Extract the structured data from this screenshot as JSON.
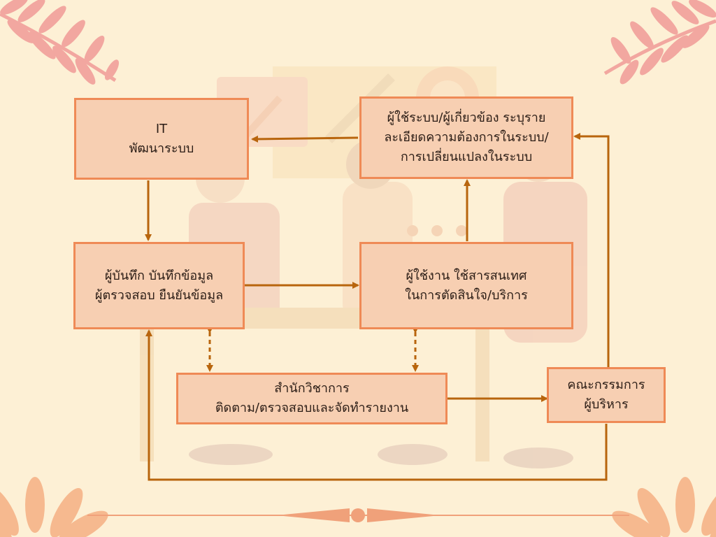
{
  "diagram": {
    "nodes": {
      "it": {
        "lines": [
          "IT",
          "พัฒนาระบบ"
        ]
      },
      "requirements": {
        "lines": [
          "ผู้ใช้ระบบ/ผู้เกี่ยวข้อง ระบุราย",
          "ละเอียดความต้องการในระบบ/",
          "การเปลี่ยนแปลงในระบบ"
        ]
      },
      "recorder": {
        "lines": [
          "ผู้บันทึก บันทึกข้อมูล",
          "ผู้ตรวจสอบ ยืนยันข้อมูล"
        ]
      },
      "user": {
        "lines": [
          "ผู้ใช้งาน ใช้สารสนเทศ",
          "ในการตัดสินใจ/บริการ"
        ]
      },
      "academic_office": {
        "lines": [
          "สำนักวิชาการ",
          "ติดตาม/ตรวจสอบและจัดทำรายงาน"
        ]
      },
      "executive": {
        "lines": [
          "คณะกรรมการ",
          "ผู้บริหาร"
        ]
      }
    }
  },
  "colors": {
    "background": "#fdf0d5",
    "box_fill": "#f7cfb2",
    "box_border": "#ef8a56",
    "arrow": "#b8650d",
    "leaf": "#f2a7a0",
    "flower": "#f6b98f"
  }
}
